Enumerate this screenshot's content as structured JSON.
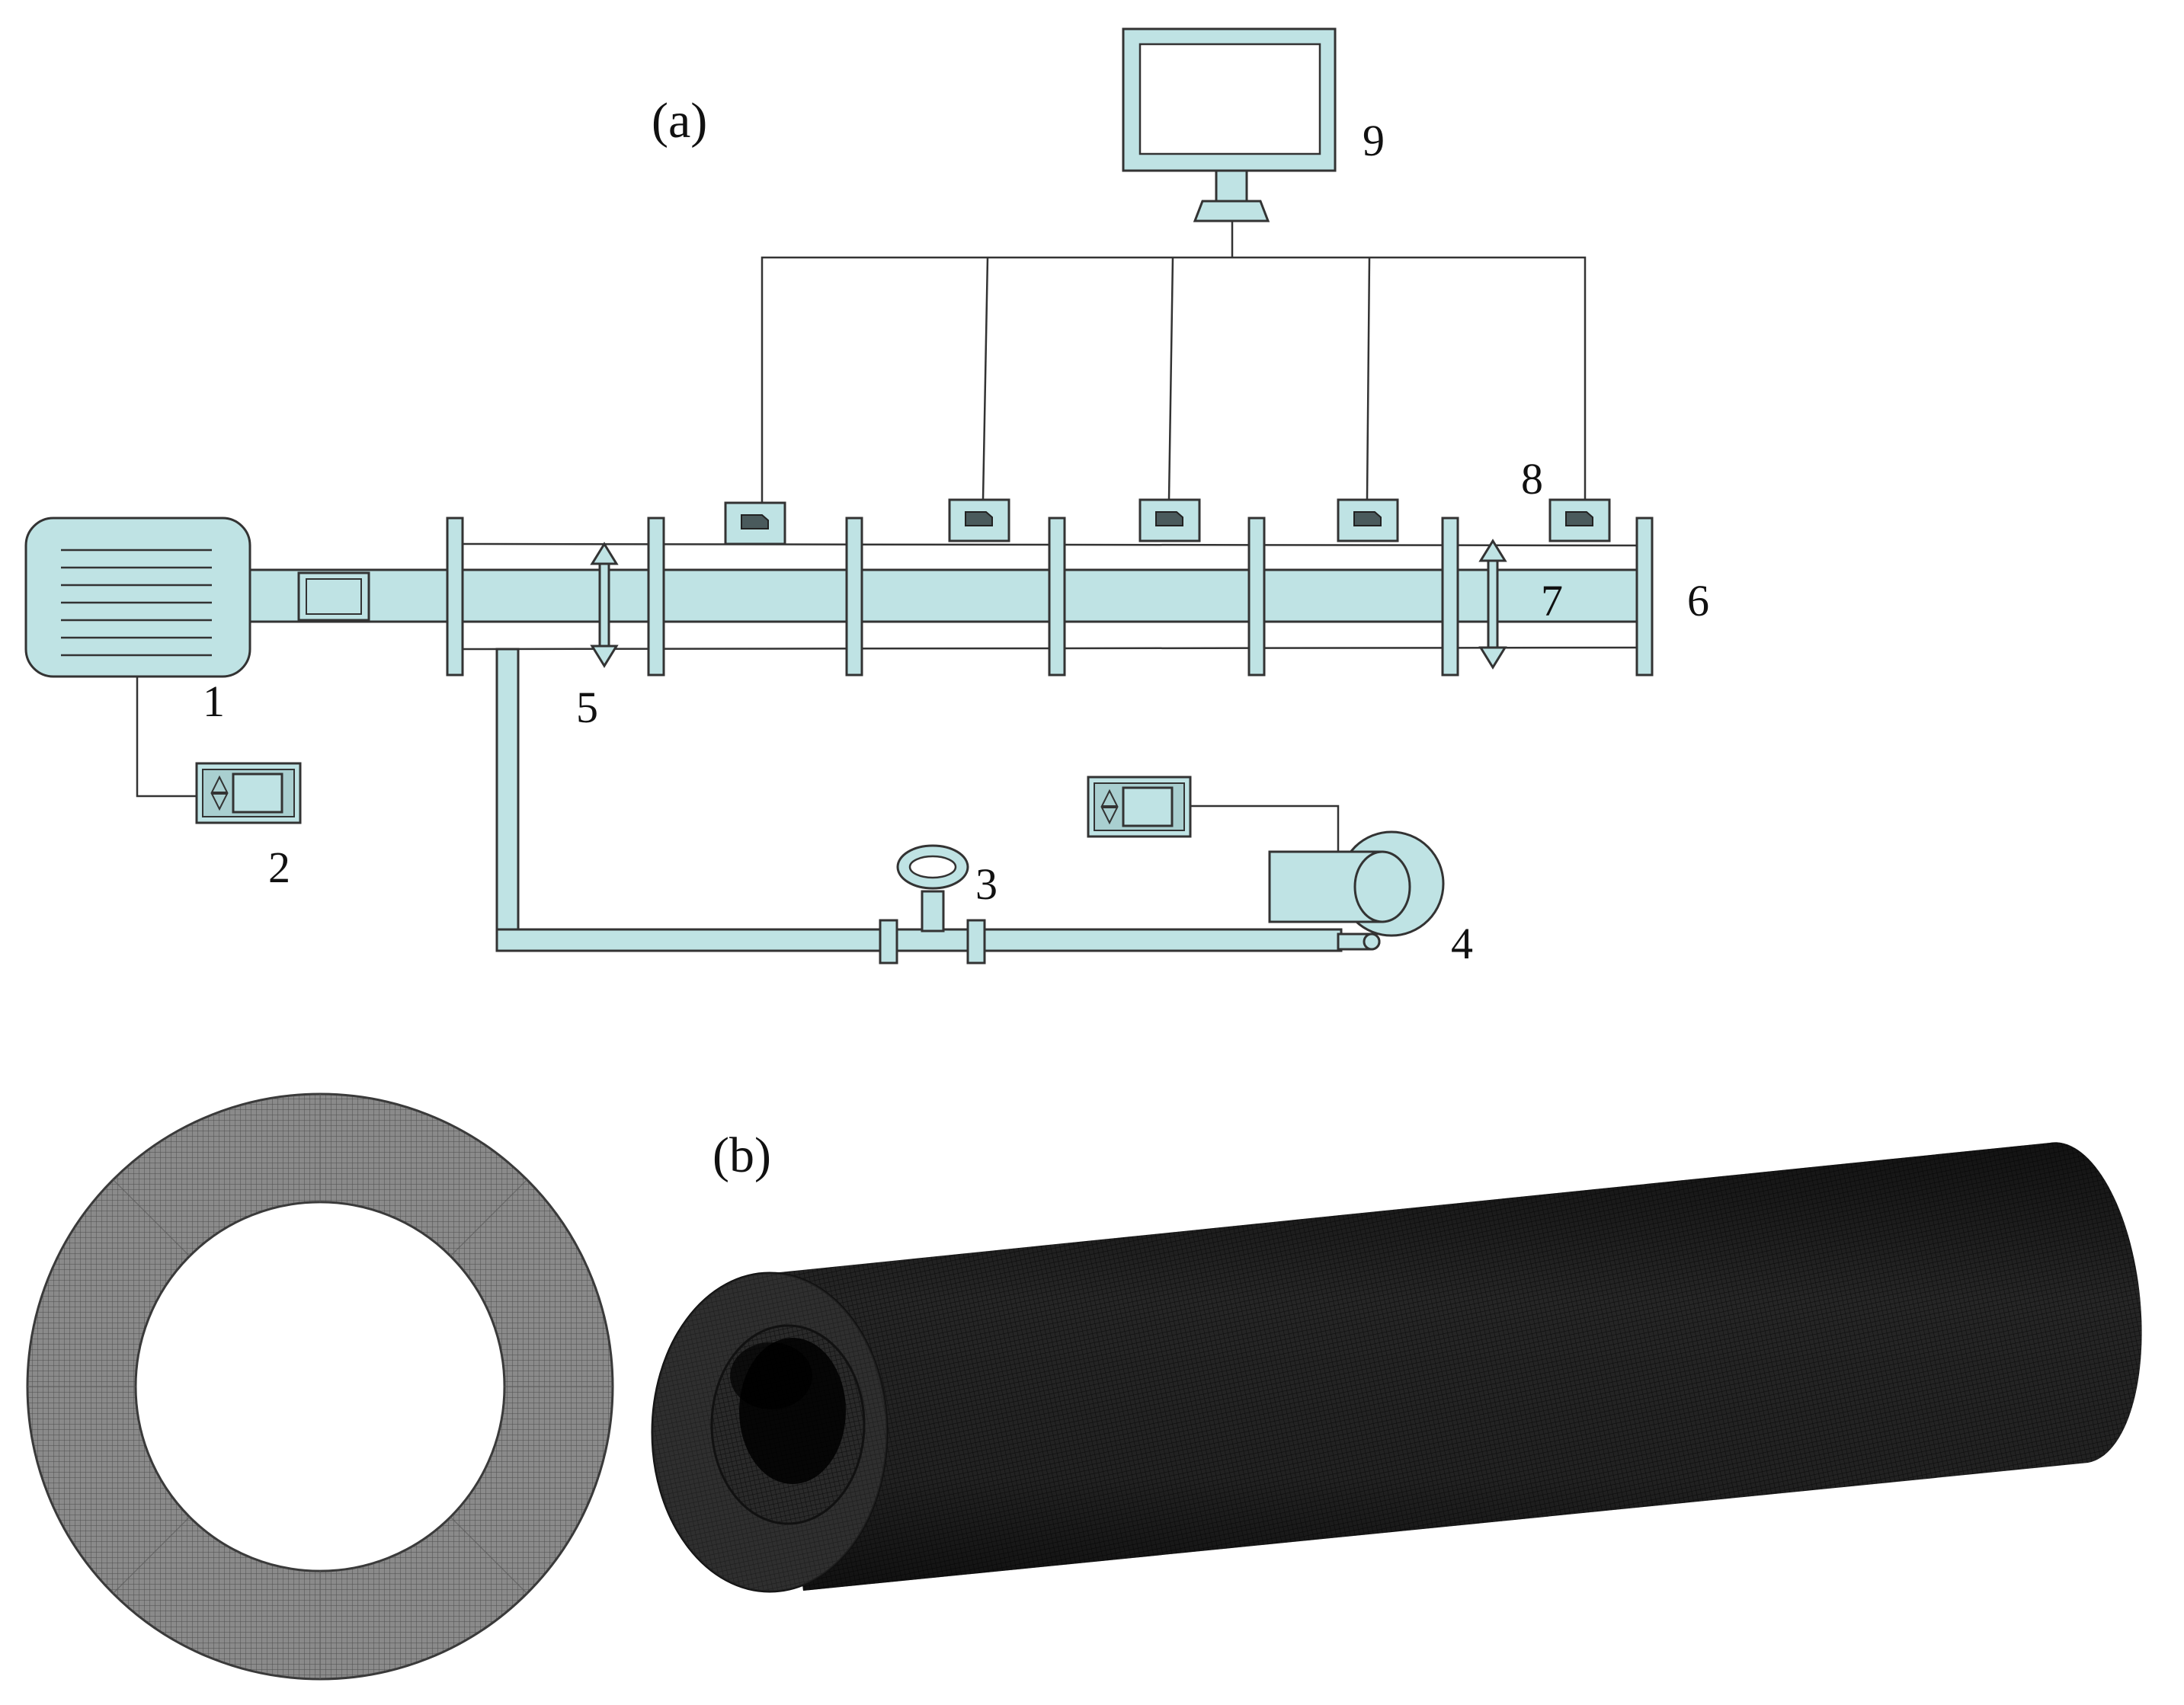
{
  "panels": {
    "a": "(a)",
    "b": "(b)"
  },
  "labels": {
    "n1": "1",
    "n2": "2",
    "n3": "3",
    "n4": "4",
    "n5": "5",
    "n6": "6",
    "n7": "7",
    "n8": "8",
    "n9": "9"
  },
  "colors": {
    "equipment_fill": "#bfe3e4",
    "outline": "#333333",
    "mesh": "#1a1a1a",
    "mesh_section": "#6b6b6b"
  }
}
